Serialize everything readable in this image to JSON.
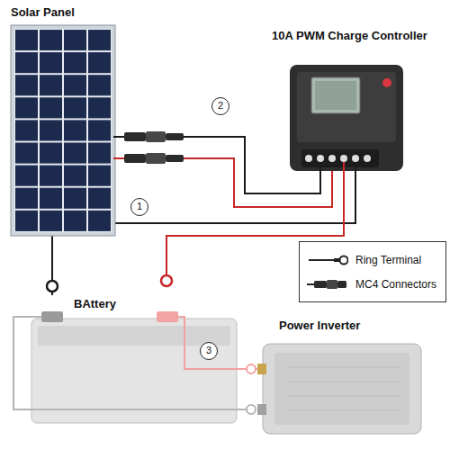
{
  "diagram": {
    "nodes": [
      {
        "text": [
          "Solar Panel"
        ]
      },
      {
        "text": [
          "10A PWM Charge Controller"
        ]
      },
      {
        "text": [
          "BAttery"
        ]
      },
      {
        "text": [
          "Power Inverter"
        ]
      }
    ],
    "edges": [
      {
        "from": 0,
        "to": 1,
        "arrow": "none"
      },
      {
        "from": 1,
        "to": 2,
        "arrow": "none"
      },
      {
        "from": 2,
        "to": 3,
        "arrow": "none"
      }
    ],
    "labels": [
      "2",
      "1",
      "3"
    ],
    "legend": [
      {
        "text": "Ring Terminal"
      },
      {
        "text": "MC4 Connectors"
      }
    ]
  }
}
